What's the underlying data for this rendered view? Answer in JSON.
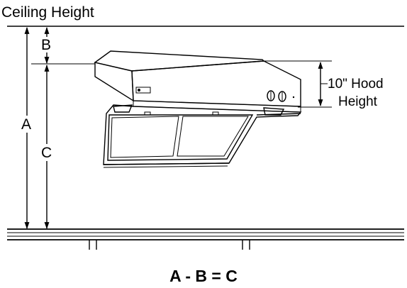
{
  "labels": {
    "ceiling": "Ceiling Height",
    "dim_a": "A",
    "dim_b": "B",
    "dim_c": "C",
    "hood_height_value": "10\" Hood",
    "hood_height_word": "Height",
    "equation": "A - B = C"
  },
  "colors": {
    "ink": "#000000",
    "background": "#ffffff",
    "filter_mesh": "#9a9a9a"
  }
}
